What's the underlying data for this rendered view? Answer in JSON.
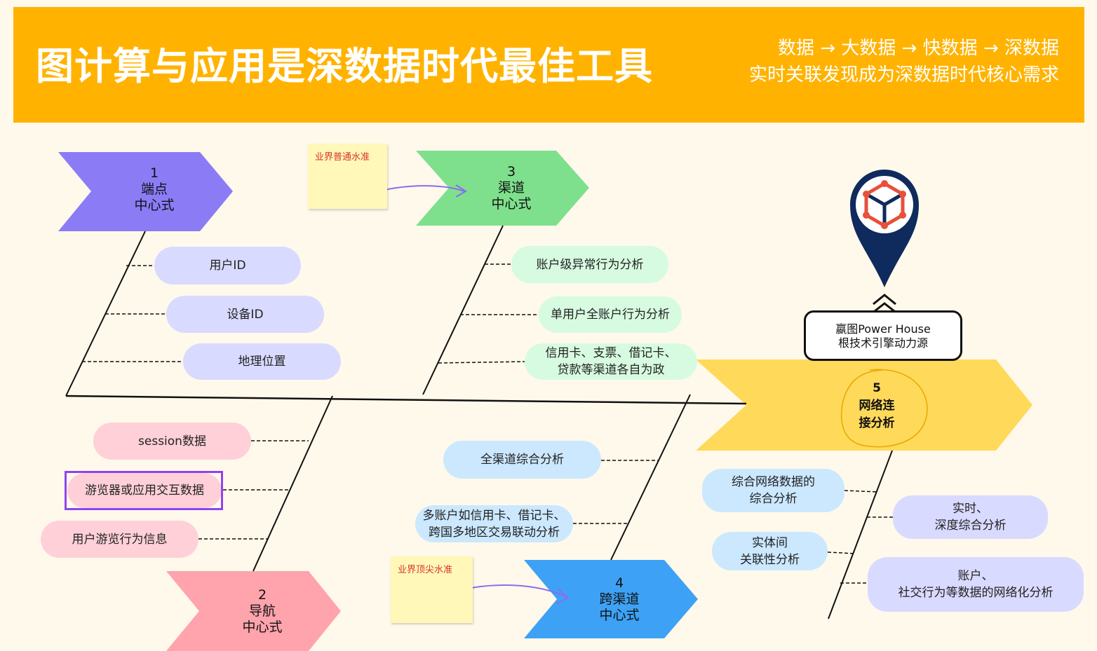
{
  "header": {
    "title": "图计算与应用是深数据时代最佳工具",
    "subtitle_line1": "数据 → 大数据 → 快数据 → 深数据",
    "subtitle_line2": "实时关联发现成为深数据时代核心需求"
  },
  "nodes": {
    "n1": {
      "num": "1",
      "line1": "端点",
      "line2": "中心式"
    },
    "n2": {
      "num": "2",
      "line1": "导航",
      "line2": "中心式"
    },
    "n3": {
      "num": "3",
      "line1": "渠道",
      "line2": "中心式"
    },
    "n4": {
      "num": "4",
      "line1": "跨渠道",
      "line2": "中心式"
    },
    "n5": {
      "num": "5",
      "line1": "网络连",
      "line2": "接分析"
    }
  },
  "notes": {
    "note_common": "业界普通水准",
    "note_top": "业界顶尖水准"
  },
  "pills": {
    "user_id": "用户ID",
    "device_id": "设备ID",
    "geo": "地理位置",
    "session": "session数据",
    "browser": "游览器或应用交互数据",
    "browse_info": "用户游览行为信息",
    "acct_anomaly": "账户级异常行为分析",
    "single_user": "单用户全账户行为分析",
    "cards_line1": "信用卡、支票、借记卡、",
    "cards_line2": "贷款等渠道各自为政",
    "all_channel": "全渠道综合分析",
    "multi_line1": "多账户如信用卡、借记卡、",
    "multi_line2": "跨国多地区交易联动分析",
    "net_line1": "综合网络数据的",
    "net_line2": "综合分析",
    "entity_line1": "实体间",
    "entity_line2": "关联性分析",
    "realtime_line1": "实时、",
    "realtime_line2": "深度综合分析",
    "social_line1": "账户、",
    "social_line2": "社交行为等数据的网络化分析"
  },
  "engine": {
    "line1": "嬴图Power House",
    "line2": "根技术引擎动力源"
  },
  "colors": {
    "header": "#ffb300",
    "n1": "#8b7cf6",
    "n2": "#ffa3ad",
    "n3": "#7ee08c",
    "n4": "#3da2f5",
    "n5": "#ffd95a",
    "pin": "#0f2a5c",
    "logo": "#e8503a"
  }
}
